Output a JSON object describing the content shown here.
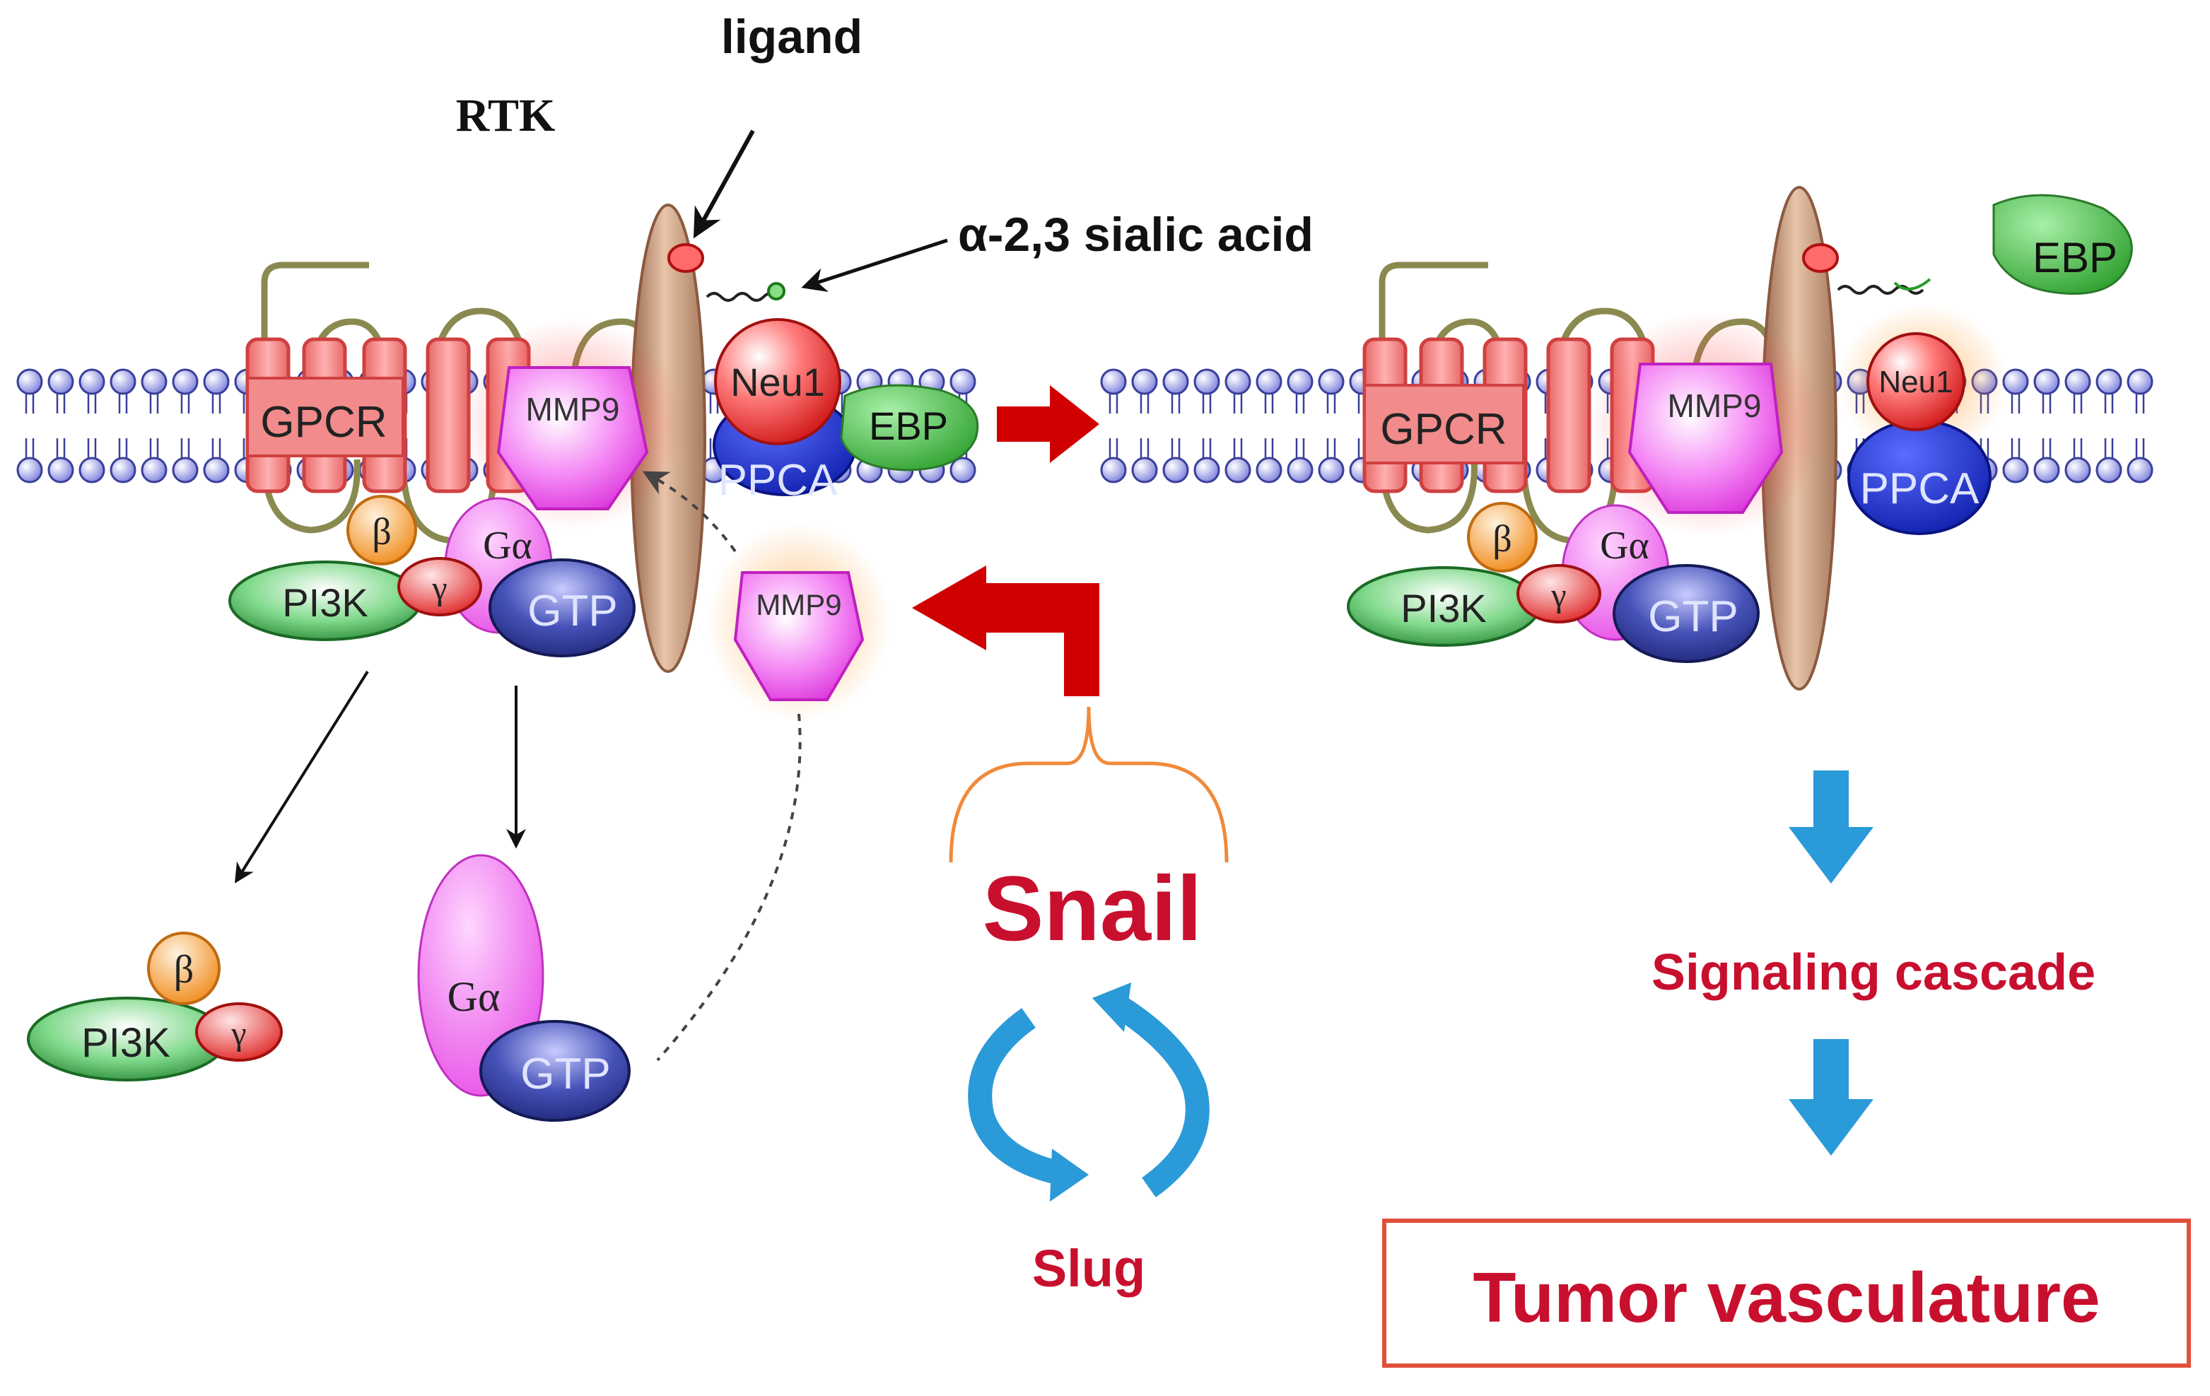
{
  "labels": {
    "ligand": "ligand",
    "rtk": "RTK",
    "sialic_acid": "α-2,3 sialic acid",
    "gpcr": "GPCR",
    "mmp9": "MMP9",
    "neu1": "Neu1",
    "ebp": "EBP",
    "ppca": "PPCA",
    "beta": "β",
    "gamma": "γ",
    "galpha": "Gα",
    "pi3k": "PI3K",
    "gtp": "GTP",
    "snail": "Snail",
    "slug": "Slug",
    "signaling_cascade": "Signaling cascade",
    "tumor_vasculature": "Tumor vasculature"
  },
  "colors": {
    "lipid_head": "#8a8fe0",
    "lipid_stroke": "#3a3f9a",
    "gpcr": "#f08a8a",
    "mmp9": "#ee55ee",
    "neu1": "#e83a3a",
    "ebp": "#44bb44",
    "ppca": "#1a2bbf",
    "pi3k": "#2f9a3a",
    "gtp": "#2a3590",
    "beta": "#f4a23a",
    "rtk": "#c89a80",
    "red_arrow": "#cc0000",
    "blue_arrow": "#2a9ad8",
    "bracket": "#f08a3a",
    "label_red": "#c8102e"
  }
}
